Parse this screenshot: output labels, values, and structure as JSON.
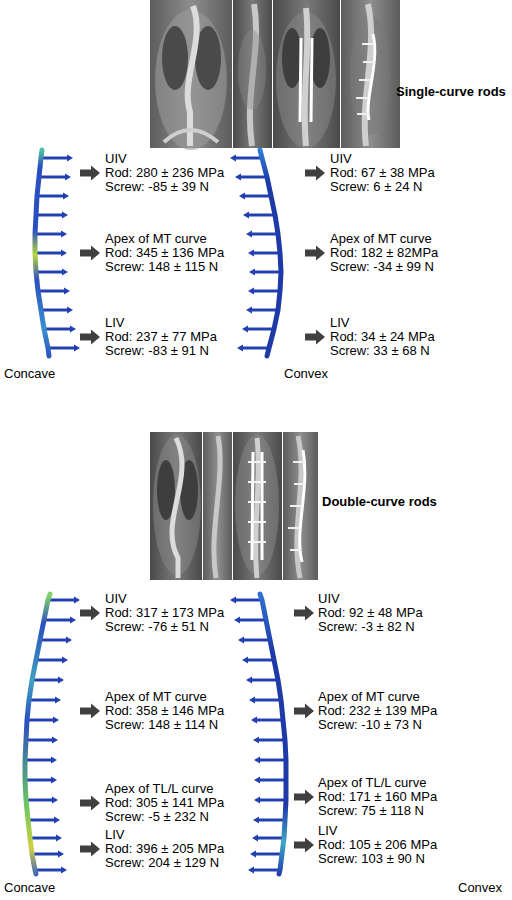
{
  "diagram": {
    "labels": [
      "Single-curve rods",
      "UIV",
      "Rod: 280 ± 236 MPa",
      "Screw: -85 ± 39 N",
      "Apex of MT curve",
      "Rod: 345 ± 136 MPa",
      "Screw: 148 ± 115 N",
      "LIV",
      "Rod: 237 ± 77 MPa",
      "Screw: -83 ± 91 N",
      "UIV",
      "Rod: 67 ± 38 MPa",
      "Screw: 6 ± 24 N",
      "Apex of MT curve",
      "Rod: 182 ± 82MPa",
      "Screw: -34 ± 99 N",
      "LIV",
      "Rod: 34 ± 24 MPa",
      "Screw: 33 ± 68 N",
      "Concave",
      "Convex",
      "Double-curve rods",
      "UIV",
      "Rod: 317 ± 173 MPa",
      "Screw: -76 ± 51 N",
      "Apex of MT curve",
      "Rod: 358 ± 146 MPa",
      "Screw: 148 ± 114 N",
      "Apex of TL/L curve",
      "Rod: 305 ± 141 MPa",
      "Screw: -5 ± 232 N",
      "LIV",
      "Rod: 396 ± 205 MPa",
      "Screw: 204 ± 129 N",
      "UIV",
      "Rod: 92 ± 48 MPa",
      "Screw: -3 ± 82 N",
      "Apex of MT curve",
      "Rod: 232 ± 139 MPa",
      "Screw: -10 ± 73 N",
      "Apex of TL/L curve",
      "Rod: 171 ± 160 MPa",
      "Screw: 75 ± 118 N",
      "LIV",
      "Rod: 105 ± 206 MPa",
      "Screw: 103 ± 90 N",
      "Concave",
      "Convex"
    ]
  }
}
